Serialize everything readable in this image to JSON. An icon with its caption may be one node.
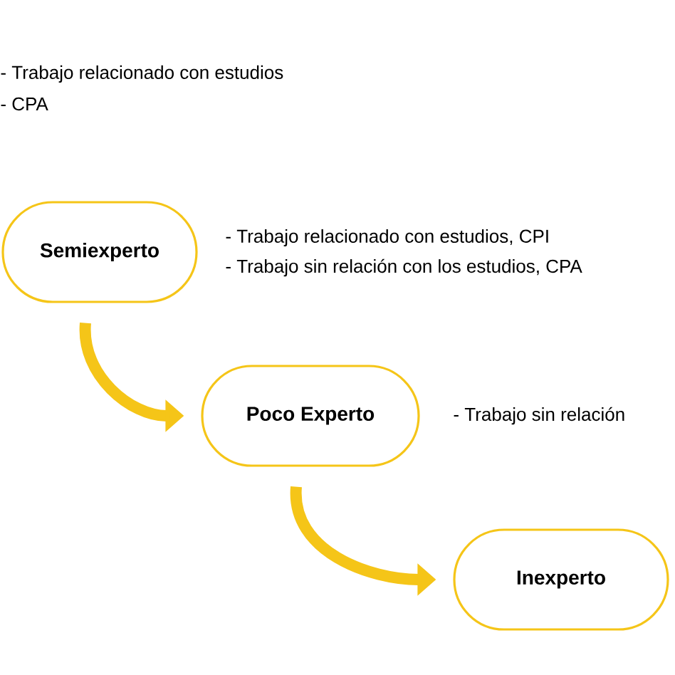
{
  "diagram": {
    "nodes": [
      {
        "text": [
          "Semiexperto"
        ],
        "beside": [
          "- Trabajo relacionado con estudios, CPI",
          "- Trabajo sin relación con los estudios, CPA"
        ]
      },
      {
        "text": [
          "Poco Experto"
        ],
        "beside": [
          "- Trabajo sin relación"
        ]
      },
      {
        "text": [
          "Inexperto"
        ]
      }
    ],
    "edges": [
      {
        "from": 0,
        "to": 1,
        "arrow": "to"
      },
      {
        "from": 1,
        "to": 2,
        "arrow": "to"
      }
    ],
    "labels": [
      "- Trabajo relacionado con estudios",
      "- CPA"
    ]
  }
}
